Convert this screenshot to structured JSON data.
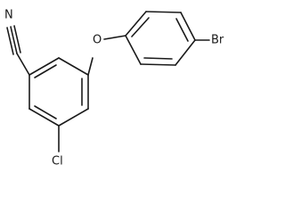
{
  "molecule": {
    "atoms": {
      "nitrile_n": "N",
      "ether_o": "O",
      "bromine": "Br",
      "chlorine": "Cl"
    }
  },
  "colors": {
    "bond": "#1a1a1a",
    "label": "#1a1a1a",
    "background": "#ffffff"
  }
}
